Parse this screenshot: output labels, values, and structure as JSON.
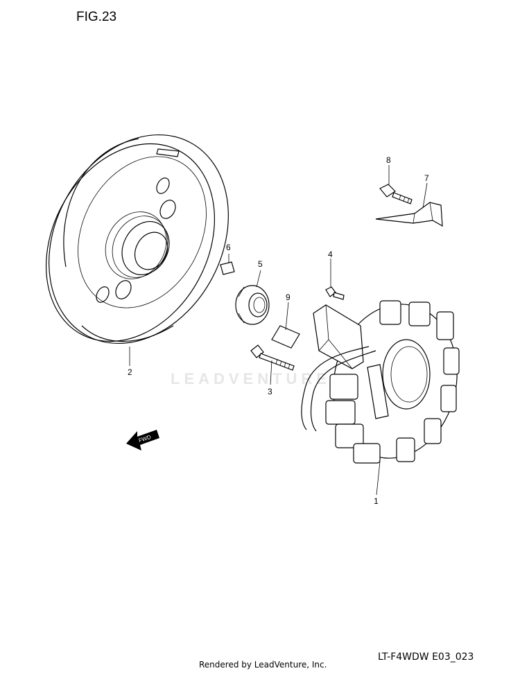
{
  "figure": {
    "title": "FIG.23",
    "code": "LT-F4WDW E03_023"
  },
  "footer": {
    "rendered_by": "Rendered by LeadVenture, Inc."
  },
  "watermark": {
    "text": "LEADVENTURE"
  },
  "callouts": [
    {
      "id": "1",
      "label": "1"
    },
    {
      "id": "2",
      "label": "2"
    },
    {
      "id": "3",
      "label": "3"
    },
    {
      "id": "4",
      "label": "4"
    },
    {
      "id": "5",
      "label": "5"
    },
    {
      "id": "6",
      "label": "6"
    },
    {
      "id": "7",
      "label": "7"
    },
    {
      "id": "8",
      "label": "8"
    },
    {
      "id": "9",
      "label": "9"
    }
  ],
  "direction_arrow": {
    "label": "FWD"
  }
}
